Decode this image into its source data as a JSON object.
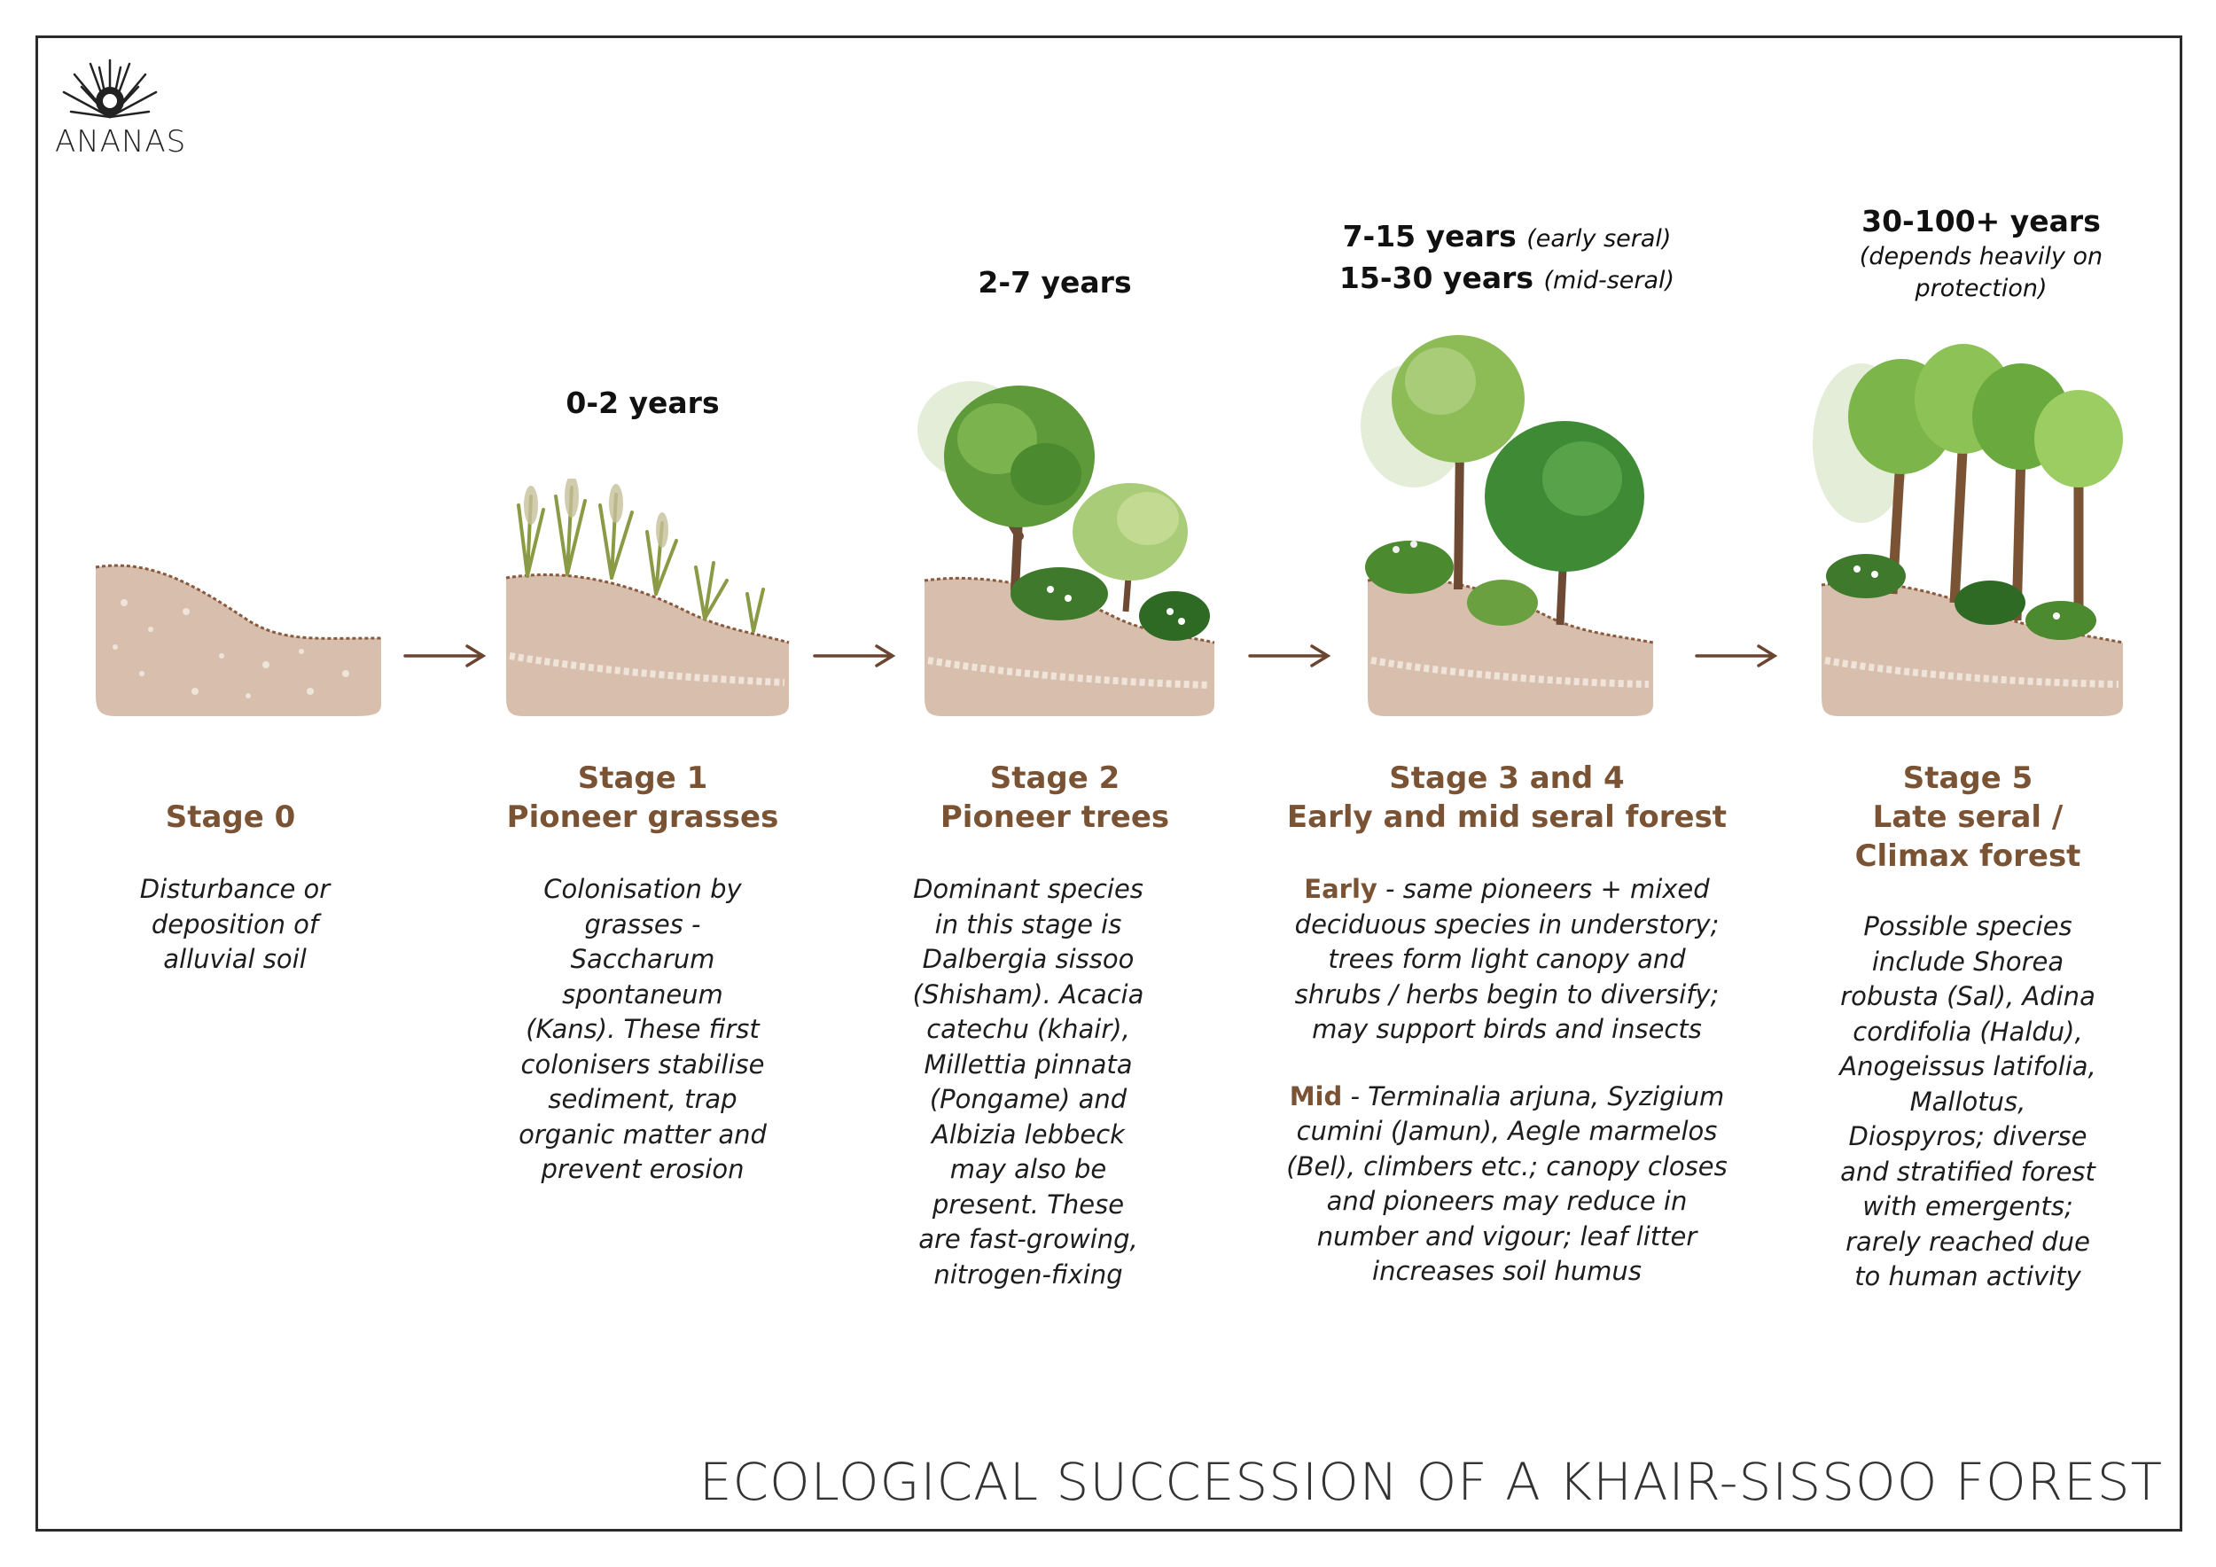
{
  "title": "ECOLOGICAL SUCCESSION OF A KHAIR-SISSOO FOREST",
  "brand": {
    "name": "ANANAS",
    "icon": "pineapple-crown-icon"
  },
  "colors": {
    "accent": "#7a5234",
    "soil": "#d8bfad",
    "leaf_dark": "#3f7a2c",
    "leaf_light": "#9cc46b",
    "trunk": "#6e4a34"
  },
  "stages": [
    {
      "stage_label": "Stage 0",
      "stage_name": "",
      "duration": "",
      "description": "Disturbance or deposition of alluvial soil"
    },
    {
      "stage_label": "Stage 1",
      "stage_name": "Pioneer grasses",
      "duration": "0-2 years",
      "description": "Colonisation by grasses - Saccharum spontaneum (Kans). These first colonisers stabilise sediment, trap organic matter and prevent erosion"
    },
    {
      "stage_label": "Stage 2",
      "stage_name": "Pioneer trees",
      "duration": "2-7 years",
      "description": "Dominant species in this stage is Dalbergia sissoo (Shisham). Acacia catechu (khair), Millettia pinnata (Pongame) and Albizia lebbeck may also be present. These are fast-growing, nitrogen-fixing"
    },
    {
      "stage_label": "Stage 3 and 4",
      "stage_name": "Early and mid seral forest",
      "duration_early": "7-15 years",
      "duration_early_note": "(early seral)",
      "duration_mid": "15-30 years",
      "duration_mid_note": "(mid-seral)",
      "early_label": "Early",
      "early_text": "- same pioneers + mixed deciduous species in understory; trees form light canopy and shrubs / herbs begin to diversify; may support birds and insects",
      "mid_label": "Mid",
      "mid_text": "- Terminalia arjuna, Syzigium cumini (Jamun), Aegle marmelos (Bel), climbers etc.; canopy closes and pioneers may reduce in number and vigour; leaf litter increases soil humus"
    },
    {
      "stage_label": "Stage 5",
      "stage_name_line1": "Late seral /",
      "stage_name_line2": "Climax forest",
      "duration": "30-100+ years",
      "duration_note": "(depends heavily on protection)",
      "description": "Possible species include Shorea robusta (Sal), Adina cordifolia (Haldu), Anogeissus latifolia, Mallotus, Diospyros; diverse and stratified forest with emergents; rarely reached due to human activity"
    }
  ]
}
